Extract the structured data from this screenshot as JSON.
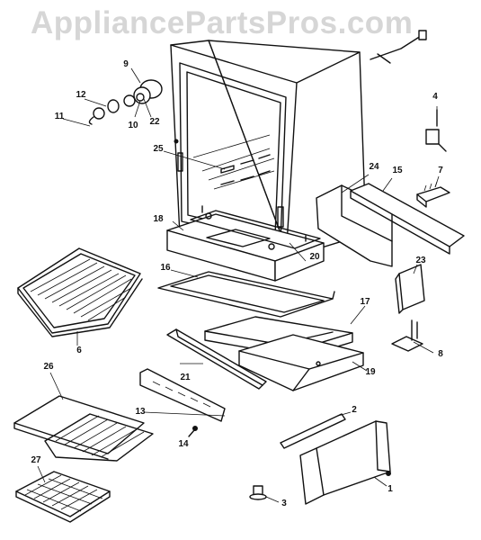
{
  "watermark": "AppliancePartsPros.com",
  "callouts": [
    "1",
    "2",
    "3",
    "4",
    "6",
    "7",
    "8",
    "9",
    "10",
    "11",
    "12",
    "13",
    "14",
    "15",
    "16",
    "17",
    "18",
    "19",
    "20",
    "21",
    "22",
    "23",
    "24",
    "25",
    "26",
    "27"
  ]
}
